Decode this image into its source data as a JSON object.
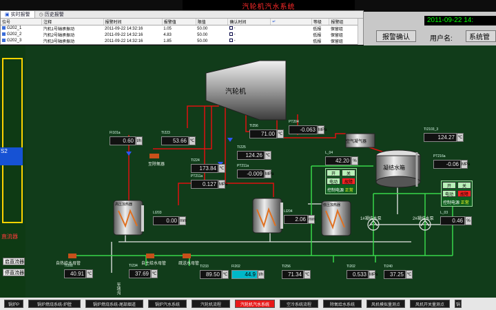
{
  "title": "汽轮机汽水系统",
  "alarm_window": {
    "tabs": [
      {
        "label": "实时报警",
        "active": true
      },
      {
        "label": "历史报警",
        "active": false
      }
    ],
    "columns": [
      "位号",
      "注释",
      "报警时间",
      "报警值",
      "限值",
      "确认时间",
      "",
      "等级",
      "报警组"
    ],
    "rows": [
      {
        "tag": "G202_1",
        "note": "汽机1号轴承振动",
        "time": "2011-09-22 14:32:16",
        "value": "1.05",
        "limit": "50.00",
        "ack": "-",
        "level": "低报",
        "group": "保留组"
      },
      {
        "tag": "G202_2",
        "note": "汽机2号轴承振动",
        "time": "2011-09-22 14:32:16",
        "value": "4.83",
        "limit": "50.00",
        "ack": "-",
        "level": "低报",
        "group": "保留组"
      },
      {
        "tag": "G202_3",
        "note": "汽机3号轴承振动",
        "time": "2011-09-22 14:32:16",
        "value": "1.85",
        "limit": "50.00",
        "ack": "-",
        "level": "低报",
        "group": "保留组"
      }
    ]
  },
  "top_right": {
    "datetime": "2011-09-22  14:",
    "confirm_label": "报警确认",
    "user_label": "用户名:",
    "user_value": "系统管"
  },
  "left_strip": {
    "blue_text": "S2",
    "red_text": "直流器",
    "btn1": "启直流器",
    "btn2": "停直流器"
  },
  "labels": {
    "turbine": "汽轮机",
    "air_cooler": "空气凝气器",
    "condenser_tank": "凝结水箱",
    "hp_heater": "高压加热器",
    "lp_heater": "低压加热器",
    "to_deaerator": "至除氧器",
    "to_trench": "至地沟",
    "pump1": "1#凝结水泵",
    "pump2": "2#凝结水泵",
    "feed_pump_a": "自热给水母管",
    "feed_pump_b": "自主给水母管",
    "feed_pump_c": "疏送水母管"
  },
  "readings": {
    "r1": {
      "tag": "FI101a",
      "value": "0.60",
      "unit": "t/h"
    },
    "r2": {
      "tag": "TI223",
      "value": "53.66",
      "unit": "℃"
    },
    "r3": {
      "tag": "PT204",
      "value": "-0.063",
      "unit": "MPa"
    },
    "r4": {
      "tag": "TI256",
      "value": "71.00",
      "unit": "℃"
    },
    "r5": {
      "tag": "TI225",
      "value": "124.26",
      "unit": "℃"
    },
    "r6": {
      "tag": "PT211a",
      "value": "-0.009",
      "unit": "MPa"
    },
    "r7": {
      "tag": "TI224",
      "value": "173.84",
      "unit": "℃"
    },
    "r8": {
      "tag": "PT211a",
      "value": "0.127",
      "unit": "MPa"
    },
    "r9": {
      "tag": "LI203",
      "value": "0.00",
      "unit": "mm"
    },
    "r10": {
      "tag": "LI204",
      "value": "2.06",
      "unit": "mm"
    },
    "r11": {
      "tag": "TI2103_3",
      "value": "124.27",
      "unit": "℃"
    },
    "r12": {
      "tag": "PT216a",
      "value": "-0.06",
      "unit": "MPa"
    },
    "r13": {
      "tag": "L_04",
      "value": "42.20",
      "unit": "%"
    },
    "r14": {
      "tag": "L_03",
      "value": "0.46",
      "unit": "%"
    },
    "r15": {
      "tag": "TI208",
      "value": "40.91",
      "unit": "℃"
    },
    "r16": {
      "tag": "TI234",
      "value": "37.69",
      "unit": "℃"
    },
    "r17": {
      "tag": "TI233",
      "value": "89.50",
      "unit": "℃"
    },
    "r18": {
      "tag": "FI202",
      "value": "44.9",
      "unit": "t/h"
    },
    "r19": {
      "tag": "TI256",
      "value": "71.34",
      "unit": "℃"
    },
    "r20": {
      "tag": "TI202",
      "value": "0.533",
      "unit": "MPa"
    },
    "r21": {
      "tag": "TI240",
      "value": "37.25",
      "unit": "℃"
    }
  },
  "ctrl": {
    "open": "开",
    "close": "关",
    "electric": "电动",
    "fault": "故障",
    "status_label": "控制电源",
    "status_value": "正常"
  },
  "nav": [
    {
      "label": "锅炉P",
      "active": false
    },
    {
      "label": "锅炉燃烧系统-炉膛",
      "active": false
    },
    {
      "label": "锅炉燃烧系统-尾部烟道",
      "active": false
    },
    {
      "label": "锅炉汽水系统",
      "active": false
    },
    {
      "label": "汽轮机流程",
      "active": false
    },
    {
      "label": "汽轮机汽水系统",
      "active": true
    },
    {
      "label": "空冷系统流程",
      "active": false
    },
    {
      "label": "除氧给水系统",
      "active": false
    },
    {
      "label": "风机模拟量测点",
      "active": false
    },
    {
      "label": "风机开关量测点",
      "active": false
    },
    {
      "label": "锅",
      "active": false
    }
  ],
  "colors": {
    "pipe_red": "#e01010",
    "pipe_green": "#39d84a",
    "pipe_white": "#e8e8e8",
    "pipe_blue": "#2f55ff",
    "bg": "#113c1a"
  }
}
